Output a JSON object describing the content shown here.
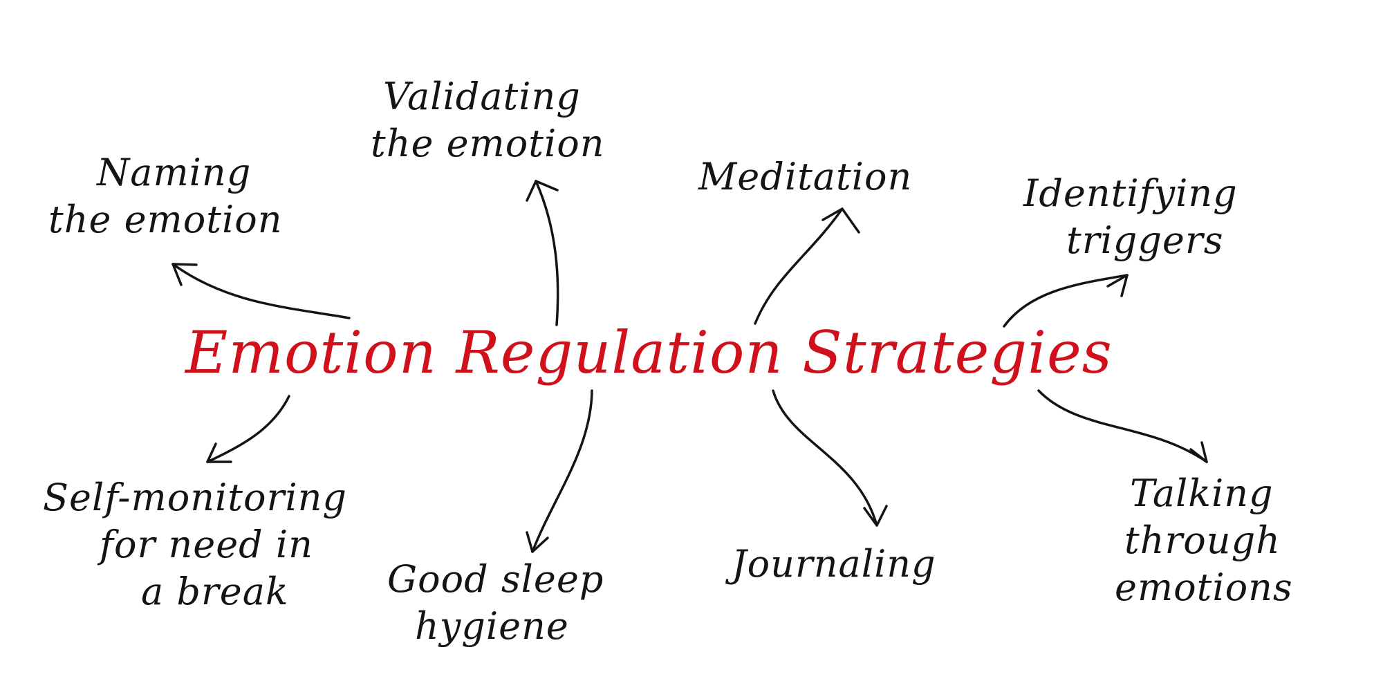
{
  "title": "Emotion Regulation Strategies",
  "colors": {
    "title": "#d0101a",
    "text": "#141414",
    "background": "#ffffff"
  },
  "strategies": [
    {
      "id": "naming",
      "lines": [
        "Naming",
        "the emotion"
      ]
    },
    {
      "id": "validating",
      "lines": [
        "Validating",
        "the emotion"
      ]
    },
    {
      "id": "meditation",
      "lines": [
        "Meditation"
      ]
    },
    {
      "id": "identifying",
      "lines": [
        "Identifying",
        "triggers"
      ]
    },
    {
      "id": "self-monitoring",
      "lines": [
        "Self-monitoring",
        "for need in",
        "a break"
      ]
    },
    {
      "id": "sleep",
      "lines": [
        "Good sleep",
        "hygiene"
      ]
    },
    {
      "id": "journaling",
      "lines": [
        "Journaling"
      ]
    },
    {
      "id": "talking",
      "lines": [
        "Talking",
        "through",
        "emotions"
      ]
    }
  ]
}
